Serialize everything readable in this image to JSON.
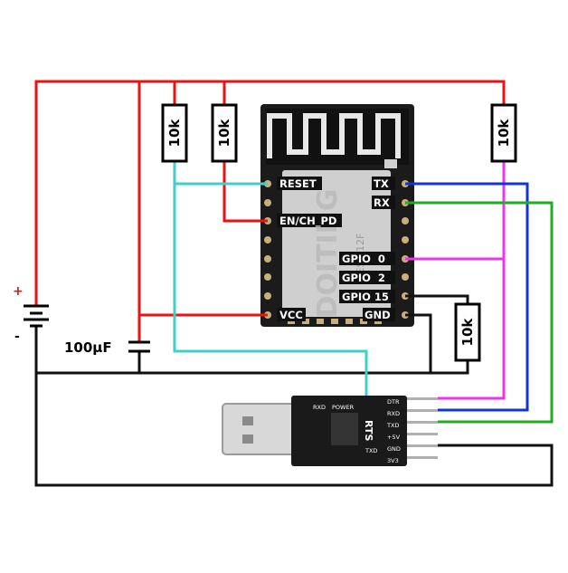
{
  "diagram": {
    "module_pins_left": [
      "RESET",
      "EN/CH_PD",
      "VCC"
    ],
    "module_pins_right": [
      "TX",
      "RX",
      "GPIO  0",
      "GPIO  2",
      "GPIO 15",
      "GND"
    ],
    "module_chip_text": [
      "DOITING",
      "ESP-12F"
    ],
    "resistors": [
      "10k",
      "10k",
      "10k",
      "10k"
    ],
    "capacitor": "100µF",
    "battery": {
      "plus": "+",
      "minus": "-"
    },
    "usb_adapter": {
      "rts_label": "RTS",
      "pins": [
        "DTR",
        "RXD",
        "TXD",
        "+5V",
        "GND",
        "3V3"
      ],
      "side_labels": [
        "RXD",
        "TXD",
        "POWER"
      ]
    },
    "wire_colors": {
      "power": "#ee1111",
      "ground": "#111111",
      "reset": "#3fd0c8",
      "tx": "#1133dd",
      "rx": "#22aa22",
      "gpio0": "#ee33ee"
    }
  }
}
